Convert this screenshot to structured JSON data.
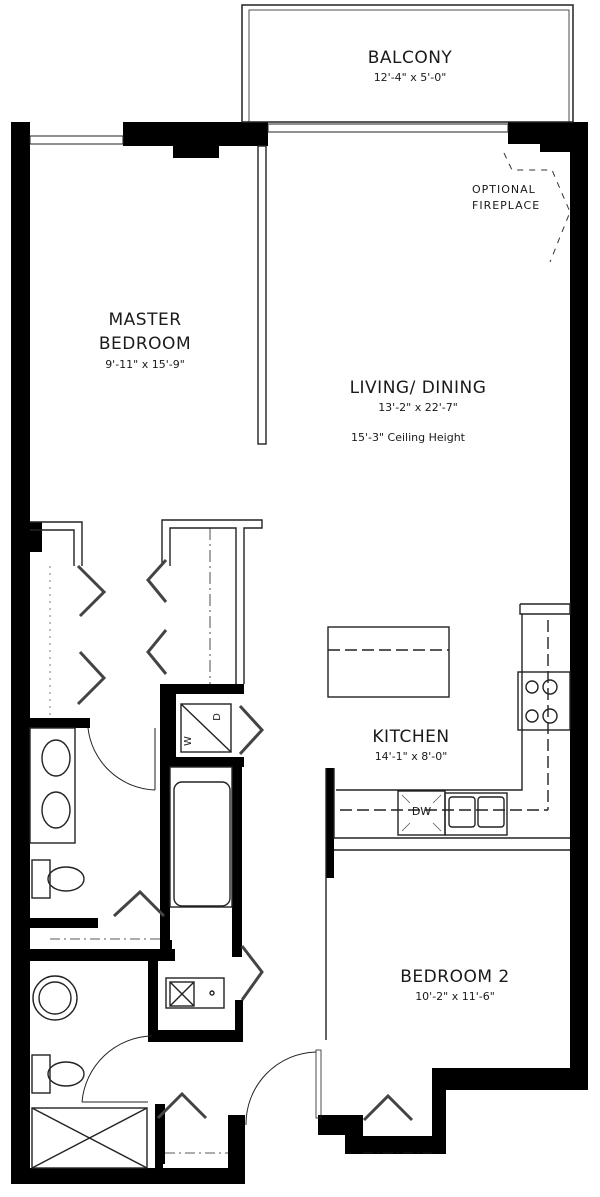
{
  "plan": {
    "type": "apartment floor plan",
    "rooms": [
      {
        "id": "balcony",
        "name": "BALCONY",
        "dimensions": "12'-4\" x 5'-0\""
      },
      {
        "id": "master_bedroom",
        "name_line1": "MASTER",
        "name_line2": "BEDROOM",
        "dimensions": "9'-11\" x 15'-9\""
      },
      {
        "id": "living_dining",
        "name": "LIVING/ DINING",
        "dimensions": "13'-2\" x 22'-7\"",
        "note": "15'-3\" Ceiling Height"
      },
      {
        "id": "kitchen",
        "name": "KITCHEN",
        "dimensions": "14'-1\" x 8'-0\""
      },
      {
        "id": "bedroom_2",
        "name": "BEDROOM 2",
        "dimensions": "10'-2\" x 11'-6\""
      }
    ],
    "fixtures": {
      "fireplace_line1": "OPTIONAL",
      "fireplace_line2": "FIREPLACE",
      "dishwasher": "DW",
      "washer": "W",
      "dryer": "D"
    },
    "colors": {
      "wall": "#000000",
      "line": "#222222",
      "background": "#ffffff"
    }
  }
}
